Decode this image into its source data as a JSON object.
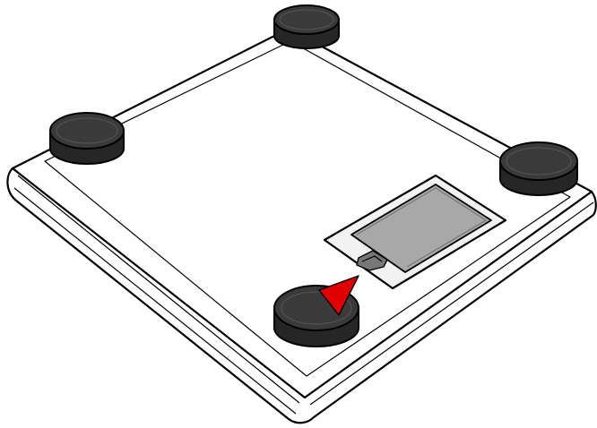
{
  "illustration": {
    "subject": "underside-of-kitchen-scale",
    "colors": {
      "body": "#ffffff",
      "outline": "#000000",
      "foot": "#2b2b2b",
      "battery_door": "#a8a8a8",
      "battery_cover_frame": "#f2f2f2",
      "arrow": "#e00000"
    },
    "parts": {
      "feet_count": 4,
      "battery_compartment": true,
      "pointer_arrow": "points-at-battery-door-latch"
    }
  }
}
